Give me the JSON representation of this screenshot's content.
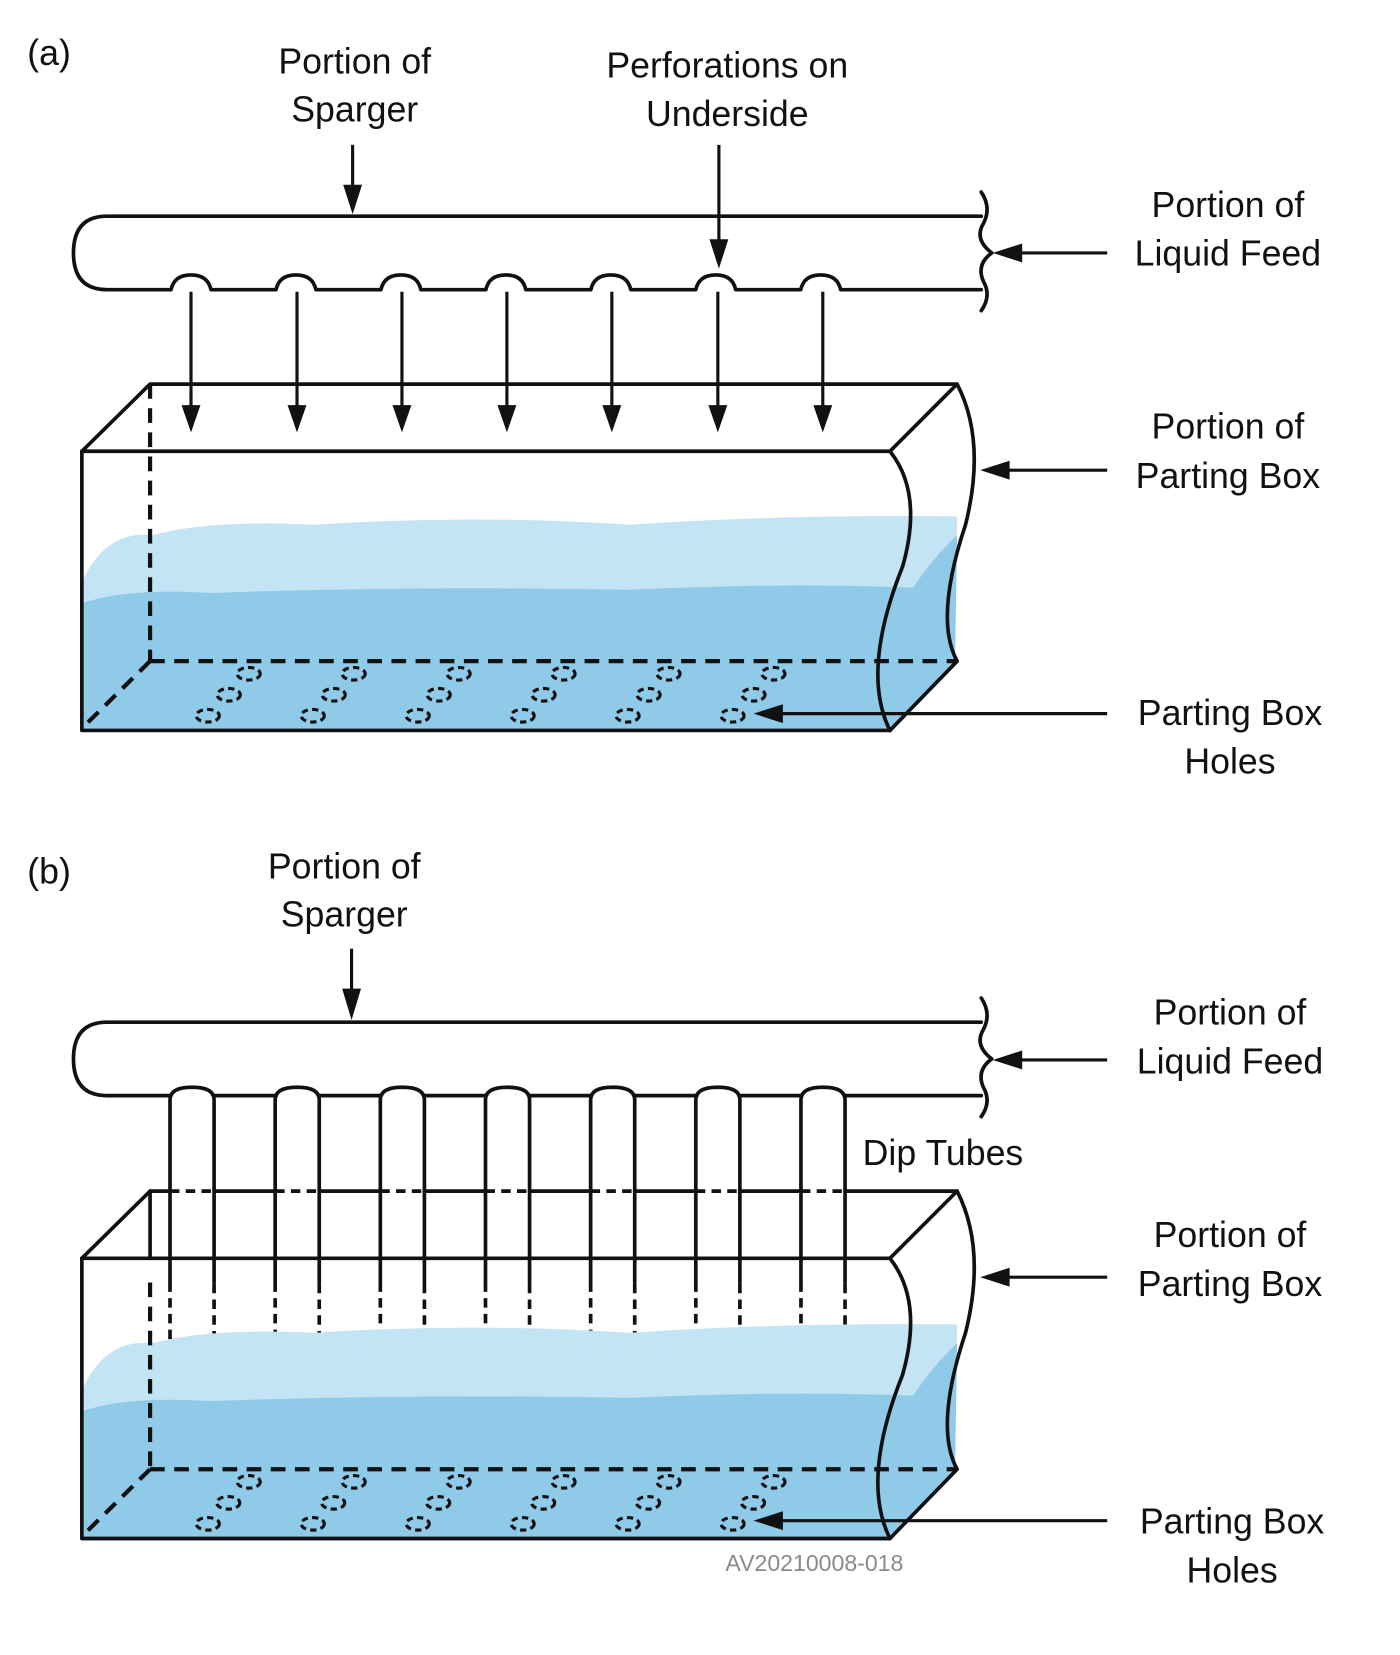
{
  "figure_id": "AV20210008-018",
  "colors": {
    "line": "#111111",
    "liquid_surface": "#bfe3f4",
    "liquid_body": "#8ecbea",
    "watermark": "#8a8a8a"
  },
  "panels": [
    {
      "id": "a",
      "label": "(a)",
      "callouts": {
        "sparger": [
          "Portion of",
          "Sparger"
        ],
        "perforations": [
          "Perforations on",
          "Underside"
        ],
        "liquid_feed": [
          "Portion of",
          "Liquid Feed"
        ],
        "parting_box": [
          "Portion of",
          "Parting Box"
        ],
        "holes": [
          "Parting Box",
          "Holes"
        ]
      },
      "outlet_type": "perforations",
      "outlet_count": 7,
      "hole_group_count": 6,
      "holes_per_group": 3
    },
    {
      "id": "b",
      "label": "(b)",
      "callouts": {
        "sparger": [
          "Portion of",
          "Sparger"
        ],
        "dip_tubes": "Dip Tubes",
        "liquid_feed": [
          "Portion of",
          "Liquid Feed"
        ],
        "parting_box": [
          "Portion of",
          "Parting Box"
        ],
        "holes": [
          "Parting Box",
          "Holes"
        ]
      },
      "outlet_type": "dip-tubes",
      "outlet_count": 7,
      "hole_group_count": 6,
      "holes_per_group": 3
    }
  ]
}
